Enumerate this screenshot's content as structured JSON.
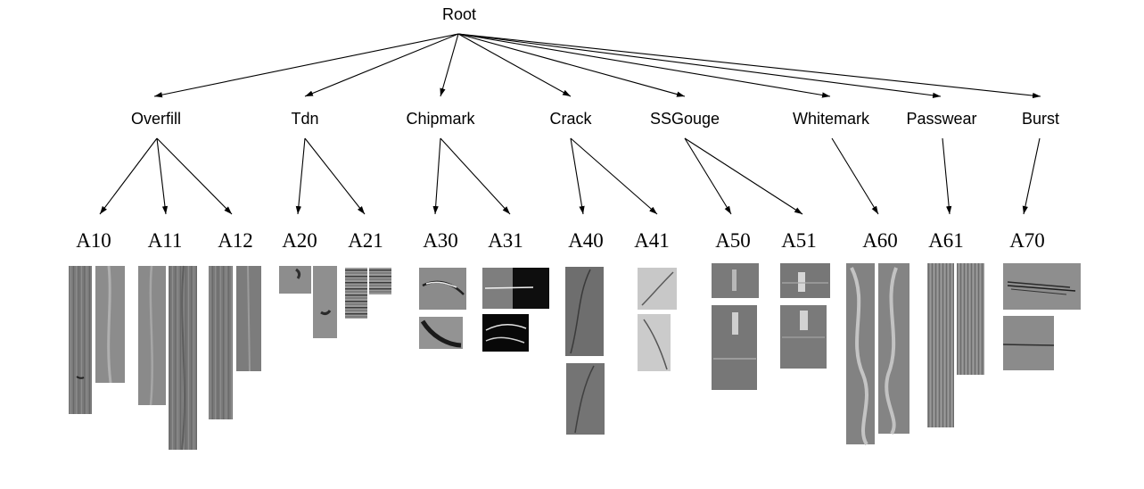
{
  "root": {
    "label": "Root"
  },
  "categories": [
    {
      "id": "overfill",
      "label": "Overfill",
      "leaves": [
        "A10",
        "A11",
        "A12"
      ]
    },
    {
      "id": "tdn",
      "label": "Tdn",
      "leaves": [
        "A20",
        "A21"
      ]
    },
    {
      "id": "chipmark",
      "label": "Chipmark",
      "leaves": [
        "A30",
        "A31"
      ]
    },
    {
      "id": "crack",
      "label": "Crack",
      "leaves": [
        "A40",
        "A41"
      ]
    },
    {
      "id": "ssgouge",
      "label": "SSGouge",
      "leaves": [
        "A50",
        "A51"
      ]
    },
    {
      "id": "whitemark",
      "label": "Whitemark",
      "leaves": [
        "A60"
      ]
    },
    {
      "id": "passwear",
      "label": "Passwear",
      "leaves": [
        "A61"
      ]
    },
    {
      "id": "burst",
      "label": "Burst",
      "leaves": [
        "A70"
      ]
    }
  ],
  "colors": {
    "line": "#000000",
    "background": "#ffffff"
  }
}
